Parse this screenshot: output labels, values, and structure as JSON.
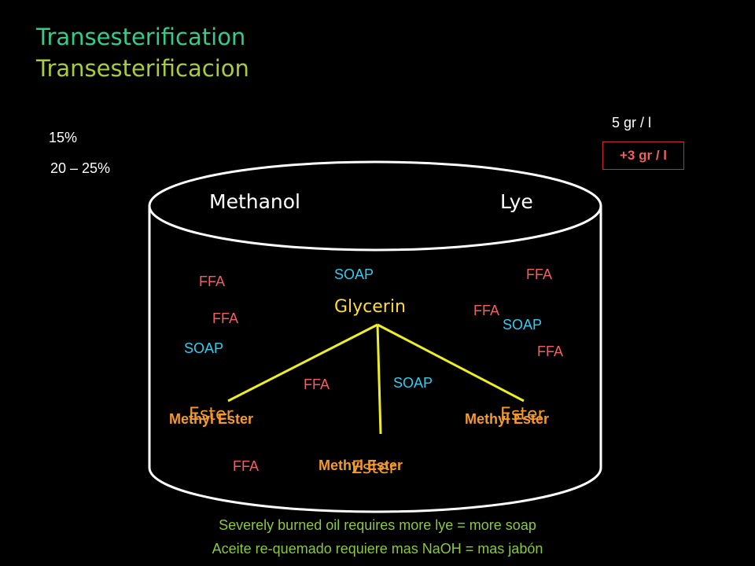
{
  "title": {
    "english": "Transesterification",
    "spanish": "Transesterificacion"
  },
  "percentages": {
    "low": "15%",
    "range": "20 – 25%"
  },
  "lye_amounts": {
    "base": "5 gr / l",
    "extra": "+3 gr / l"
  },
  "tank": {
    "methanol": "Methanol",
    "lye": "Lye"
  },
  "labels": {
    "ffa": "FFA",
    "soap": "SOAP",
    "glycerin": "Glycerin",
    "ester": "Ester",
    "methyl_ester": "Methyl Ester"
  },
  "footer": {
    "english": "Severely burned oil requires more lye = more soap",
    "spanish": "Aceite re-quemado requiere mas NaOH = mas jabón"
  },
  "colors": {
    "background": "#000000",
    "title_english": "#33cc88",
    "title_spanish": "#a8cc3a",
    "ffa": "#f06060",
    "soap": "#33ccee",
    "glycerin": "#ffdd33",
    "ester": "#f39a2b",
    "branch_line": "#eeee22",
    "footer": "#8bc83c",
    "extra_lye": "#f06060"
  }
}
